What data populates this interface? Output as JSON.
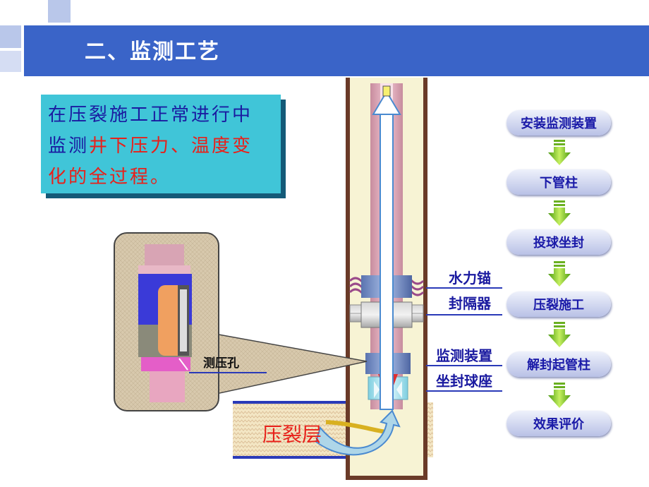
{
  "title": "二、监测工艺",
  "note": {
    "line1": "在压裂施工正常进行中",
    "line2_blue": "监测",
    "line2_red": "井下压力、温度变",
    "line3_red": "化的全过程。"
  },
  "labels": {
    "hydraulic_anchor": "水力锚",
    "packer": "封隔器",
    "monitoring_device": "监测装置",
    "ball_seat": "坐封球座",
    "pressure_hole": "测压孔",
    "frac_layer": "压裂层"
  },
  "flow_steps": [
    "安装监测装置",
    "下管柱",
    "投球坐封",
    "压裂施工",
    "解封起管柱",
    "效果评价"
  ],
  "colors": {
    "title_bar": "#3a64c8",
    "note_box": "#40c5d8",
    "note_shadow": "#145a78",
    "text_blue": "#1a1aa0",
    "text_red": "#e8201a",
    "casing": "#6a3a28",
    "well_fill": "#f7f3d4",
    "tubing": "#e6b4c2",
    "step_arrow_green": "#8fd020"
  },
  "icons": [
    "down-arrow-icon",
    "up-arrow-icon",
    "curved-arrow-icon"
  ]
}
